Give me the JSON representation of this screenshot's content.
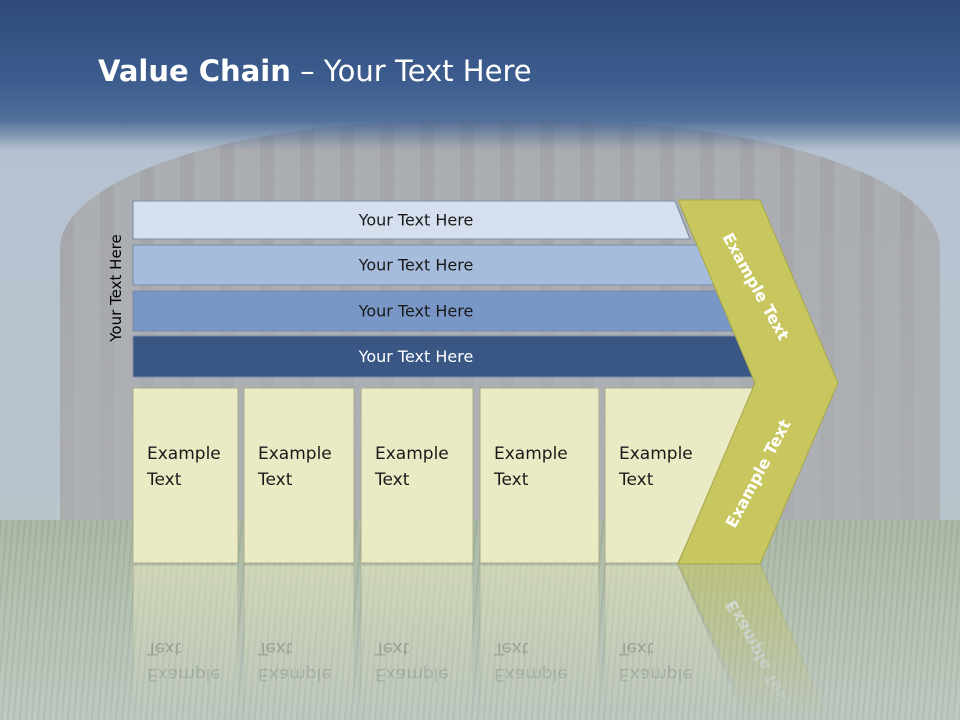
{
  "title": {
    "bold": "Value Chain",
    "rest": " – Your Text Here"
  },
  "side_label": "Your Text Here",
  "bands": [
    {
      "label": "Your Text Here",
      "fill": "#d6dfee",
      "text_color": "#1a1a1a"
    },
    {
      "label": "Your Text Here",
      "fill": "#a6bcdc",
      "text_color": "#1a1a1a"
    },
    {
      "label": "Your Text Here",
      "fill": "#7897c6",
      "text_color": "#1a1a1a"
    },
    {
      "label": "Your Text Here",
      "fill": "#3a5685",
      "text_color": "#ffffff"
    }
  ],
  "boxes": [
    {
      "line1": "Example",
      "line2": "Text"
    },
    {
      "line1": "Example",
      "line2": "Text"
    },
    {
      "line1": "Example",
      "line2": "Text"
    },
    {
      "line1": "Example",
      "line2": "Text"
    },
    {
      "line1": "Example",
      "line2": "Text"
    }
  ],
  "chevron_top": "Example Text",
  "chevron_bottom": "Example Text",
  "colors": {
    "title_bar": "#3d5d8f",
    "box_fill": "#eaebc4",
    "box_stroke": "#a9ab8a",
    "chevron_fill": "#c8c75f",
    "chevron_stroke": "#a8a74a"
  }
}
